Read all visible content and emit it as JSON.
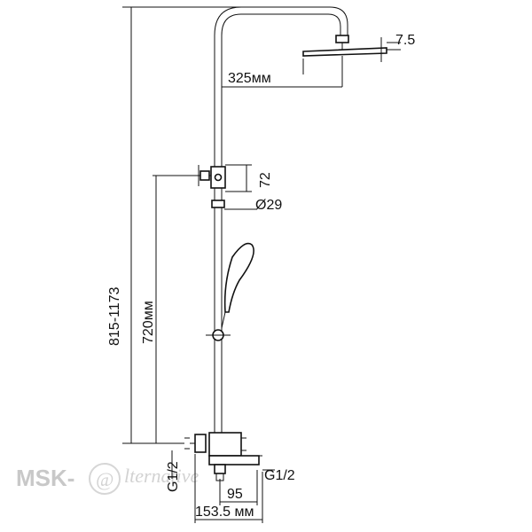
{
  "dimensions": {
    "head_thickness": "7.5",
    "head_diameter": "325мм",
    "holder_height": "72",
    "pipe_diameter": "Ø29",
    "adjust_range": "815-1173",
    "holder_spacing": "720мм",
    "inlet_thread_left": "G1/2",
    "outlet_thread": "G1/2",
    "spout_length": "95",
    "mixer_width": "153.5 мм"
  },
  "watermark": {
    "text": "MSK-",
    "at_symbol": "@",
    "script": "lternative"
  },
  "colors": {
    "line": "#111111",
    "watermark": "#c8c8c8"
  }
}
